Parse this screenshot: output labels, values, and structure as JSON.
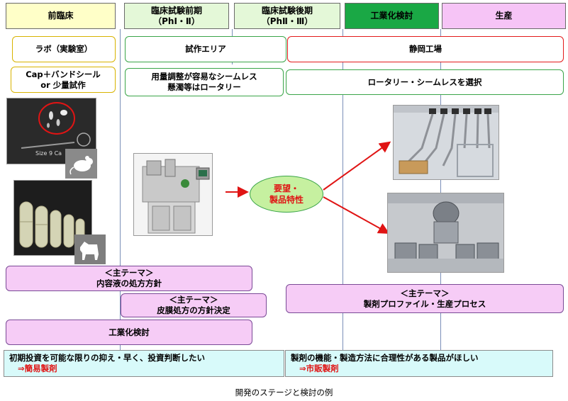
{
  "stages": [
    {
      "label": "前臨床",
      "color": "#ffffc8"
    },
    {
      "label": "臨床試験前期\n（PhⅠ・Ⅱ）",
      "color": "#e4f8d8"
    },
    {
      "label": "臨床試験後期\n（PhⅡ・Ⅲ）",
      "color": "#e4f8d8"
    },
    {
      "label": "工業化検討",
      "color": "#1aa845"
    },
    {
      "label": "生産",
      "color": "#f6c4f6"
    }
  ],
  "locations": {
    "lab": "ラボ（実験室）",
    "trial_area": "試作エリア",
    "factory": "静岡工場"
  },
  "methods": {
    "lab": "Cap＋バンドシール\nor 少量試作",
    "trial": "用量調整が容易なシームレス\n懸濁等はロータリー",
    "factory": "ロータリー・シームレスを選択"
  },
  "photos": {
    "capsule_label": "Size 9 Ca",
    "mouse_icon": "mouse-icon",
    "dog_icon": "dog-icon"
  },
  "center_ellipse": "要望・\n製品特性",
  "themes": {
    "theme1_title": "＜主テーマ＞",
    "theme1_body": "内容液の処方方針",
    "theme2_title": "＜主テーマ＞",
    "theme2_body": "皮膜処方の方針決定",
    "theme3_title": "＜主テーマ＞",
    "theme3_body": "製剤プロファイル・生産プロセス",
    "industrial": "工業化検討"
  },
  "bottom": {
    "left_line1": "初期投資を可能な限りの抑え・早く、投資判断したい",
    "left_line2": "⇒簡易製剤",
    "right_line1": "製剤の機能・製造方法に合理性がある製品がほしい",
    "right_line2": "⇒市販製剤"
  },
  "caption": "開発のステージと検討の例",
  "colors": {
    "arrow": "#e01414",
    "ellipse_fill": "#c6f0a0",
    "ellipse_border": "#3aa548"
  }
}
